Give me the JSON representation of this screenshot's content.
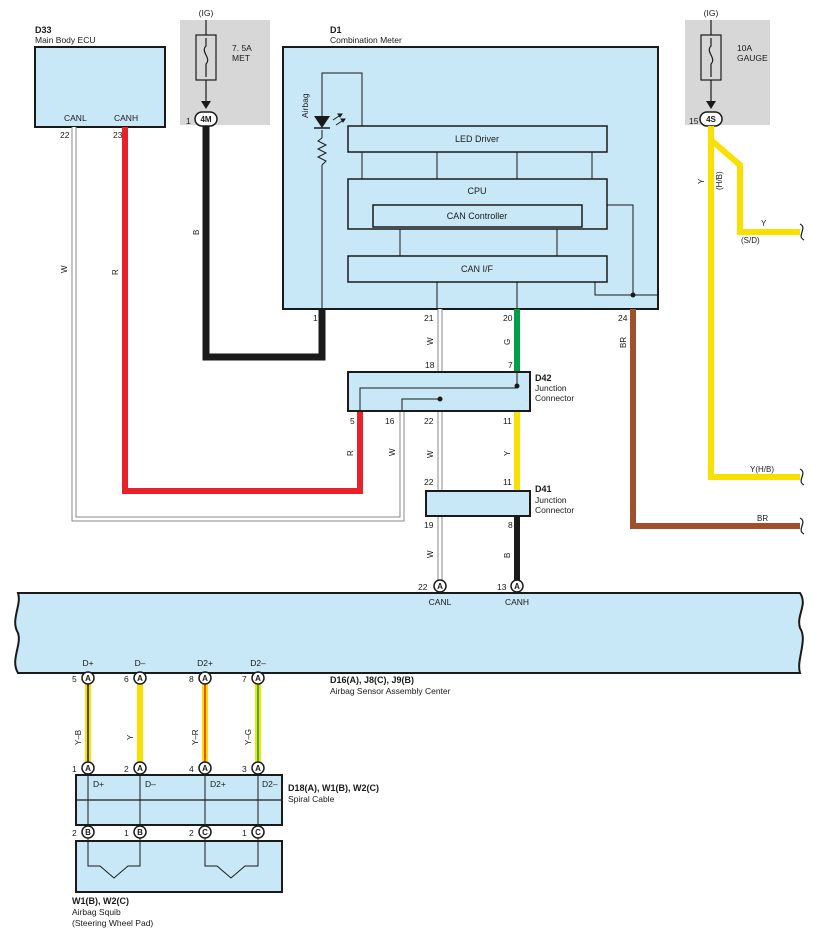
{
  "colors": {
    "box_fill": "#c9e8f7",
    "fuse_fill": "#d7d7d7",
    "wire_black": "#1a1a1a",
    "wire_red": "#e8212a",
    "wire_yellow": "#f8e100",
    "wire_green": "#00a04a",
    "wire_brown": "#a0502b",
    "wire_white": "#ffffff"
  },
  "components": {
    "d33": {
      "code": "D33",
      "name": "Main Body ECU",
      "canl": "CANL",
      "canh": "CANH",
      "pin_canl": "22",
      "pin_canh": "23"
    },
    "fuse_met": {
      "supply": "(IG)",
      "rating": "7. 5A",
      "name": "MET",
      "pin": "1",
      "conn": "4M"
    },
    "fuse_gauge": {
      "supply": "(IG)",
      "rating": "10A",
      "name": "GAUGE",
      "pin": "15",
      "conn": "4S"
    },
    "d1": {
      "code": "D1",
      "name": "Combination Meter",
      "airbag": "Airbag",
      "led_driver": "LED Driver",
      "cpu": "CPU",
      "can_controller": "CAN Controller",
      "can_if": "CAN I/F",
      "pin_1": "1",
      "pin_21": "21",
      "pin_20": "20",
      "pin_24": "24"
    },
    "d42": {
      "code": "D42",
      "line1": "Junction",
      "line2": "Connector",
      "pin_18": "18",
      "pin_7": "7",
      "pin_5": "5",
      "pin_16": "16",
      "pin_22": "22",
      "pin_11": "11"
    },
    "d41": {
      "code": "D41",
      "line1": "Junction",
      "line2": "Connector",
      "pin_22": "22",
      "pin_11": "11",
      "pin_19": "19",
      "pin_8": "8"
    },
    "airbag_center": {
      "code": "D16(A), J8(C), J9(B)",
      "name": "Airbag Sensor Assembly Center",
      "pin_canl": "22",
      "pin_canh": "13",
      "conn": "A",
      "canl": "CANL",
      "canh": "CANH",
      "lbl_dp1": "D+",
      "lbl_dm1": "D–",
      "lbl_dp2": "D2+",
      "lbl_dm2": "D2–",
      "pin_5": "5",
      "pin_6": "6",
      "pin_8": "8",
      "pin_7": "7"
    },
    "spiral": {
      "code": "D18(A), W1(B), W2(C)",
      "name": "Spiral Cable",
      "pin_1": "1",
      "pin_2": "2",
      "pin_4": "4",
      "pin_3": "3",
      "lbl_dp1": "D+",
      "lbl_dm1": "D–",
      "lbl_dp2": "D2+",
      "lbl_dm2": "D2–",
      "pinb_2": "2",
      "pinb_1": "1",
      "pinc_2": "2",
      "pinc_1": "1",
      "conn_a": "A",
      "conn_b": "B",
      "conn_c": "C"
    },
    "squib": {
      "code": "W1(B), W2(C)",
      "name": "Airbag Squib",
      "sub": "(Steering Wheel Pad)"
    }
  },
  "wires": {
    "w_canl_d33": "W",
    "r_canh_d33": "R",
    "b_met": "B",
    "w_21": "W",
    "g_20": "G",
    "br_24": "BR",
    "r_5": "R",
    "w_16": "W",
    "w_22": "W",
    "y_11": "Y",
    "w_19": "W",
    "b_8": "B",
    "y_gauge": "Y",
    "hb_gauge": "(H/B)",
    "y_sd": "Y",
    "sd": "(S/D)",
    "yhb_out": "Y(H/B)",
    "br_out": "BR",
    "y_b": "Y–B",
    "y": "Y",
    "y_r": "Y–R",
    "y_g": "Y–G"
  }
}
